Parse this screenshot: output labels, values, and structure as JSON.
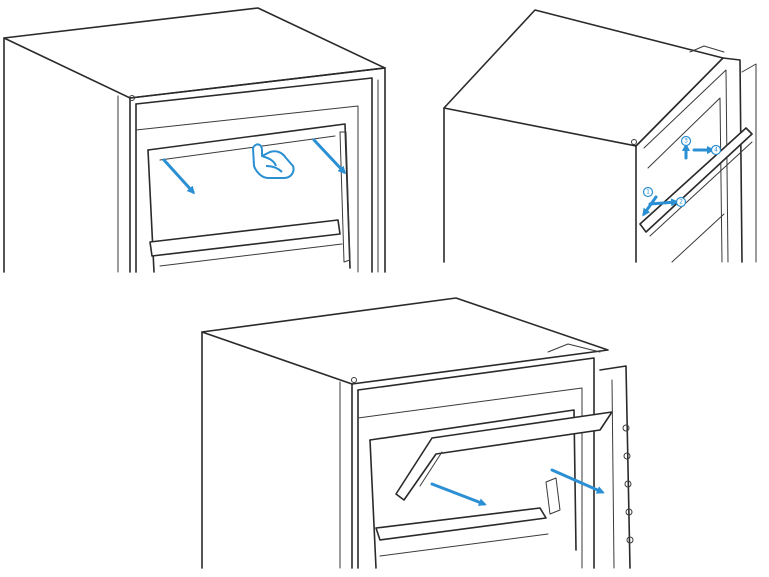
{
  "figure": {
    "panels": [
      {
        "id": "panel-1",
        "action": "press-and-slide-flap"
      },
      {
        "id": "panel-2",
        "action": "unhook-flap",
        "steps": [
          "1",
          "2",
          "3",
          "4"
        ]
      },
      {
        "id": "panel-3",
        "action": "slide-out-flap"
      }
    ],
    "colors": {
      "line": "#2a2a2a",
      "arrow": "#2b8fd3",
      "background": "#ffffff"
    },
    "icons": [
      "hand-press-icon",
      "arrow-icon",
      "step-number-badge"
    ]
  }
}
